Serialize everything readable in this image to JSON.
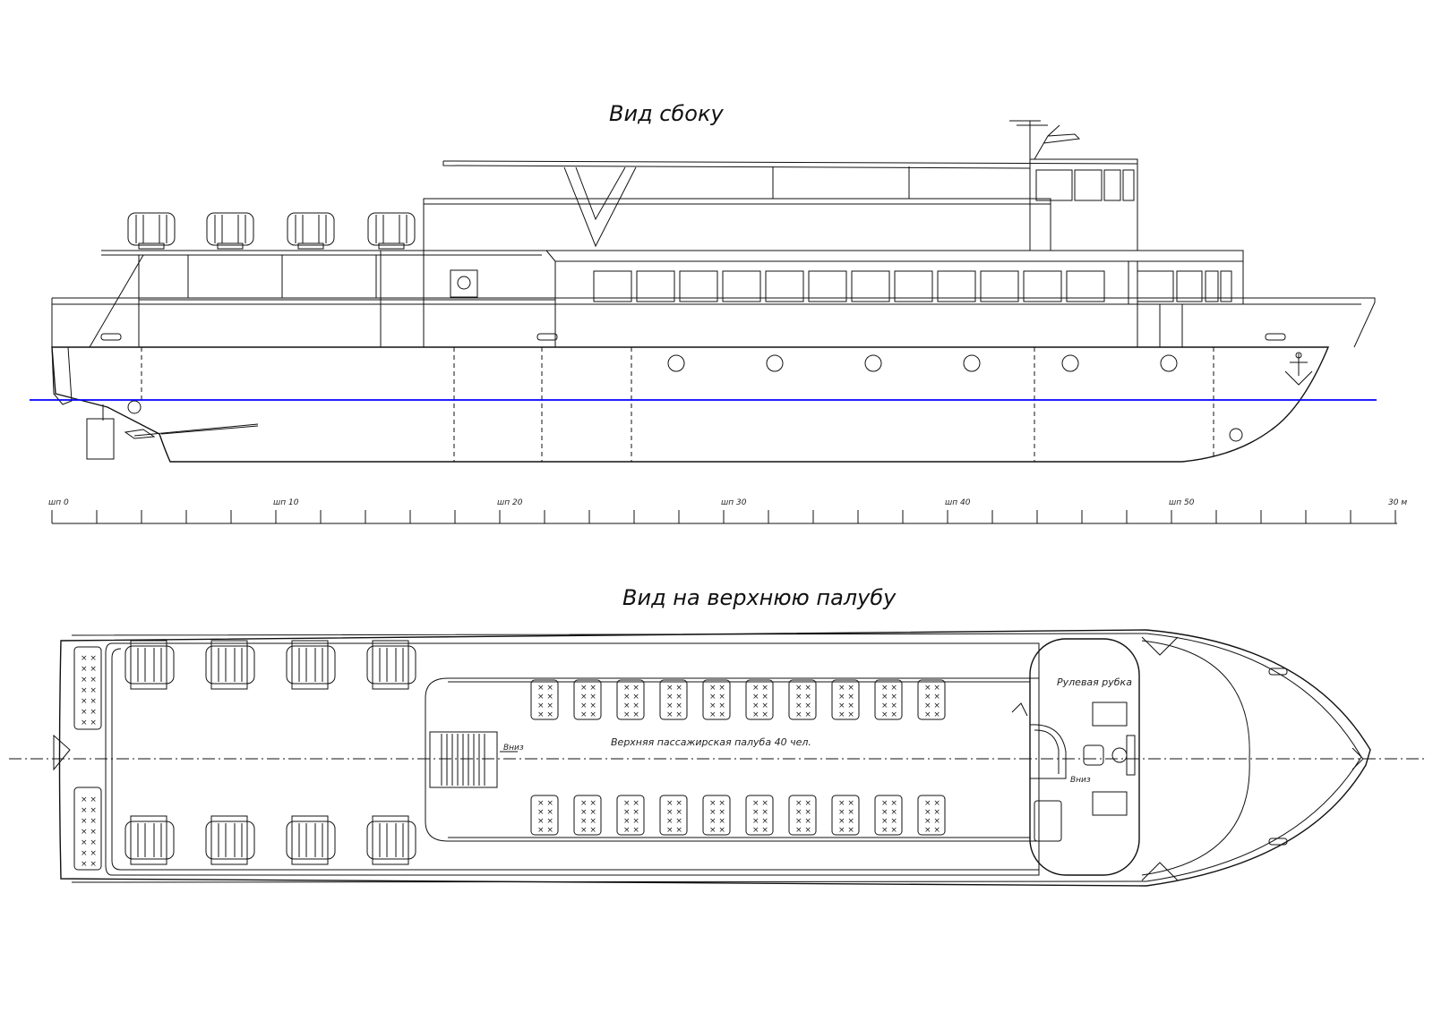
{
  "side_view": {
    "title": "Вид сбоку",
    "waterline_color": "#0000ff"
  },
  "scale": {
    "labels": [
      "шп 0",
      "шп 10",
      "шп 20",
      "шп 30",
      "шп 40",
      "шп 50",
      "30 м"
    ]
  },
  "top_view": {
    "title": "Вид на верхнюю палубу",
    "deck_label": "Верхняя пассажирская палуба 40 чел.",
    "wheelhouse_label": "Рулевая рубка",
    "down_label": "Вниз"
  },
  "colors": {
    "line": "#111111",
    "background": "#ffffff"
  }
}
